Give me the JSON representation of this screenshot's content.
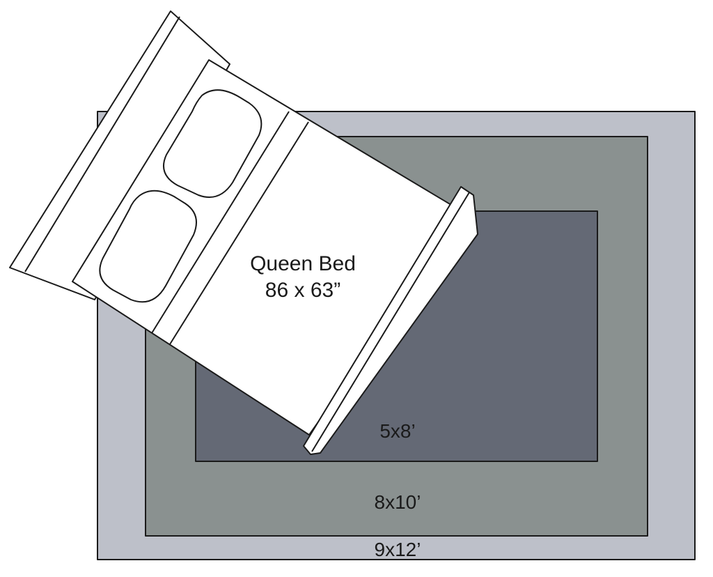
{
  "rugs": [
    {
      "label": "9x12’",
      "color": "#bdc0c9"
    },
    {
      "label": "8x10’",
      "color": "#8a9190"
    },
    {
      "label": "5x8’",
      "color": "#646975"
    }
  ],
  "bed": {
    "name": "Queen Bed",
    "dimensions": "86 x 63”",
    "color": "#ffffff"
  },
  "outline_color": "#1a1a1a"
}
